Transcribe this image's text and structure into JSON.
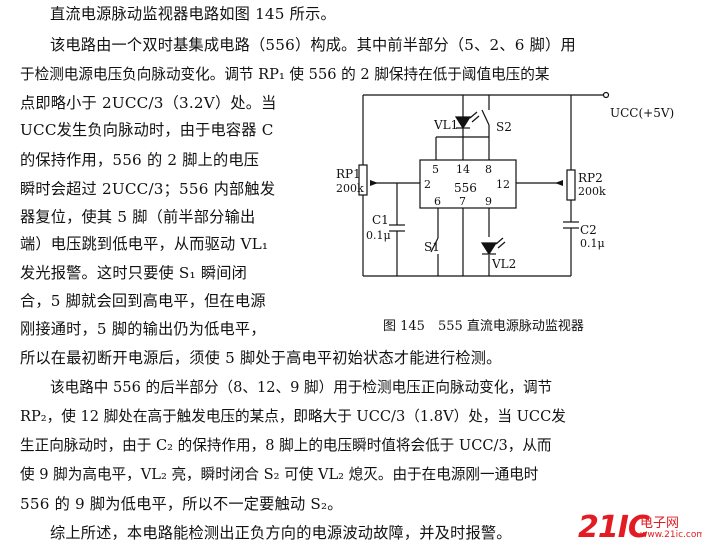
{
  "text_lines": [
    {
      "text": "直流电源脉动监视器电路如图 145 所示。"
    },
    {
      "text": "该电路由一个双时基集成电路（556）构成。其中前半部分（5、2、6 脚）用"
    },
    {
      "text": "于检测电源电压负向脉动变化。调节 RP₁ 使 556 的 2 脚保持在低于阈值电压的某"
    },
    {
      "text": "点即略小于 2UCC/3（3.2V）处。当"
    },
    {
      "text": "UCC发生负向脉动时，由于电容器 C"
    },
    {
      "text": "的保持作用，556 的 2 脚上的电压"
    },
    {
      "text": "瞬时会超过 2UCC/3；556 内部触发"
    },
    {
      "text": "器复位，使其 5 脚（前半部分输出"
    },
    {
      "text": "端）电压跳到低电平，从而驱动 VL₁"
    },
    {
      "text": "发光报警。这时只要使 S₁ 瞬间闭"
    },
    {
      "text": "合，5 脚就会回到高电平，但在电源"
    },
    {
      "text": "刚接通时，5 脚的输出仍为低电平，"
    },
    {
      "text": "所以在最初断开电源后，须使 5 脚处于高电平初始状态才能进行检测。"
    },
    {
      "text": "该电路中 556 的后半部分（8、12、9 脚）用于检测电压正向脉动变化，调节"
    },
    {
      "text": "RP₂，使 12 脚处在高于触发电压的某点，即略大于 UCC/3（1.8V）处，当 UCC发"
    },
    {
      "text": "生正向脉动时，由于 C₂ 的保持作用，8 脚上的电压瞬时值将会低于 UCC/3，从而"
    },
    {
      "text": "使 9 脚为高电平，VL₂ 亮，瞬时闭合 S₂ 可使 VL₂ 熄灭。由于在电源刚一通电时"
    },
    {
      "text": "556 的 9 脚为低电平，所以不一定要触动 S₂。"
    },
    {
      "text": "综上所述，本电路能检测出正负方向的电源波动故障，并及时报警。"
    }
  ],
  "figure": {
    "caption": "图 145　555 直流电源脉动监视器",
    "supply_label": "UCC(+5V)",
    "ic_label": "556",
    "pins": {
      "p5": "5",
      "p14": "14",
      "p8": "8",
      "p2": "2",
      "p12": "12",
      "p6": "6",
      "p7": "7",
      "p9": "9"
    },
    "rp1_name": "RP1",
    "rp1_value": "200k",
    "rp2_name": "RP2",
    "rp2_value": "200k",
    "c1_name": "C1",
    "c1_value": "0.1μ",
    "c2_name": "C2",
    "c2_value": "0.1μ",
    "vl1": "VL1",
    "vl2": "VL2",
    "s1": "S1",
    "s2": "S2"
  },
  "watermark": {
    "logo": "21IC",
    "site_cn": "电子网",
    "url": "www.21ic.com"
  }
}
